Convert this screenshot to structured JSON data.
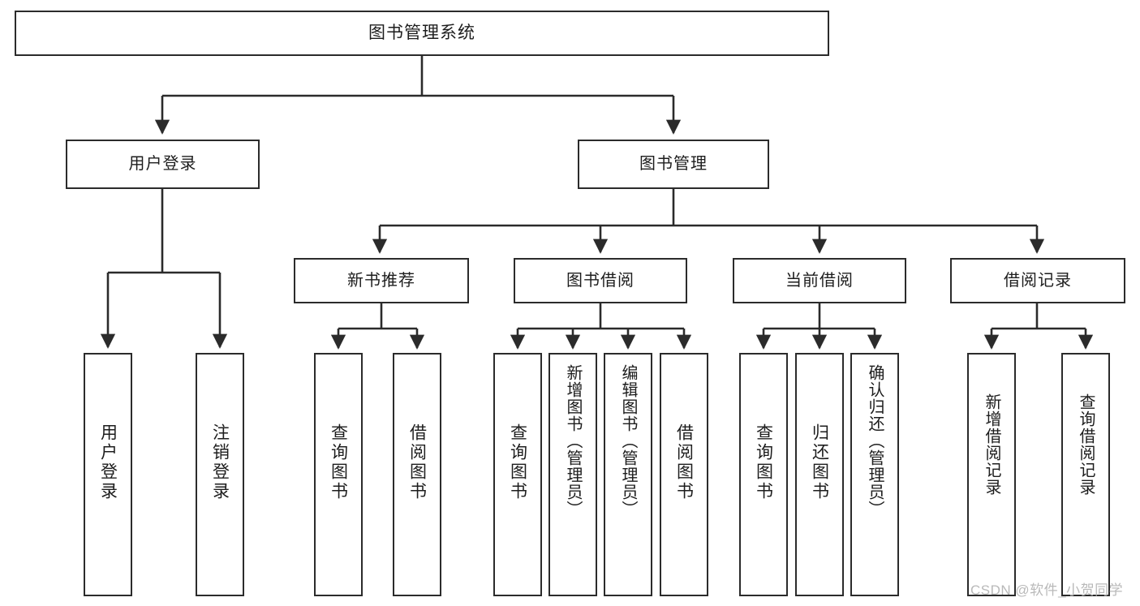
{
  "diagram": {
    "title": "图书管理系统",
    "watermark": "CSDN @软件_小贺同学",
    "style": {
      "border_color": "#2b2b2b",
      "line_color": "#2b2b2b",
      "box_fill": "#ffffff",
      "text_color": "#1d1d1d",
      "watermark_color": "#b9b9b9"
    },
    "root": {
      "label": "图书管理系统"
    },
    "level1": [
      {
        "label": "用户登录"
      },
      {
        "label": "图书管理"
      }
    ],
    "level2": [
      {
        "label": "新书推荐"
      },
      {
        "label": "图书借阅"
      },
      {
        "label": "当前借阅"
      },
      {
        "label": "借阅记录"
      }
    ],
    "leaves": [
      {
        "label": "用户登录",
        "parent": "用户登录"
      },
      {
        "label": "注销登录",
        "parent": "用户登录"
      },
      {
        "label": "查询图书",
        "parent": "新书推荐"
      },
      {
        "label": "借阅图书",
        "parent": "新书推荐"
      },
      {
        "label": "查询图书",
        "parent": "图书借阅"
      },
      {
        "label": "新增图书（管理员）",
        "parent": "图书借阅"
      },
      {
        "label": "编辑图书（管理员）",
        "parent": "图书借阅"
      },
      {
        "label": "借阅图书",
        "parent": "图书借阅"
      },
      {
        "label": "查询图书",
        "parent": "当前借阅"
      },
      {
        "label": "归还图书",
        "parent": "当前借阅"
      },
      {
        "label": "确认归还（管理员）",
        "parent": "当前借阅"
      },
      {
        "label": "新增借阅记录",
        "parent": "借阅记录"
      },
      {
        "label": "查询借阅记录",
        "parent": "借阅记录"
      }
    ]
  }
}
